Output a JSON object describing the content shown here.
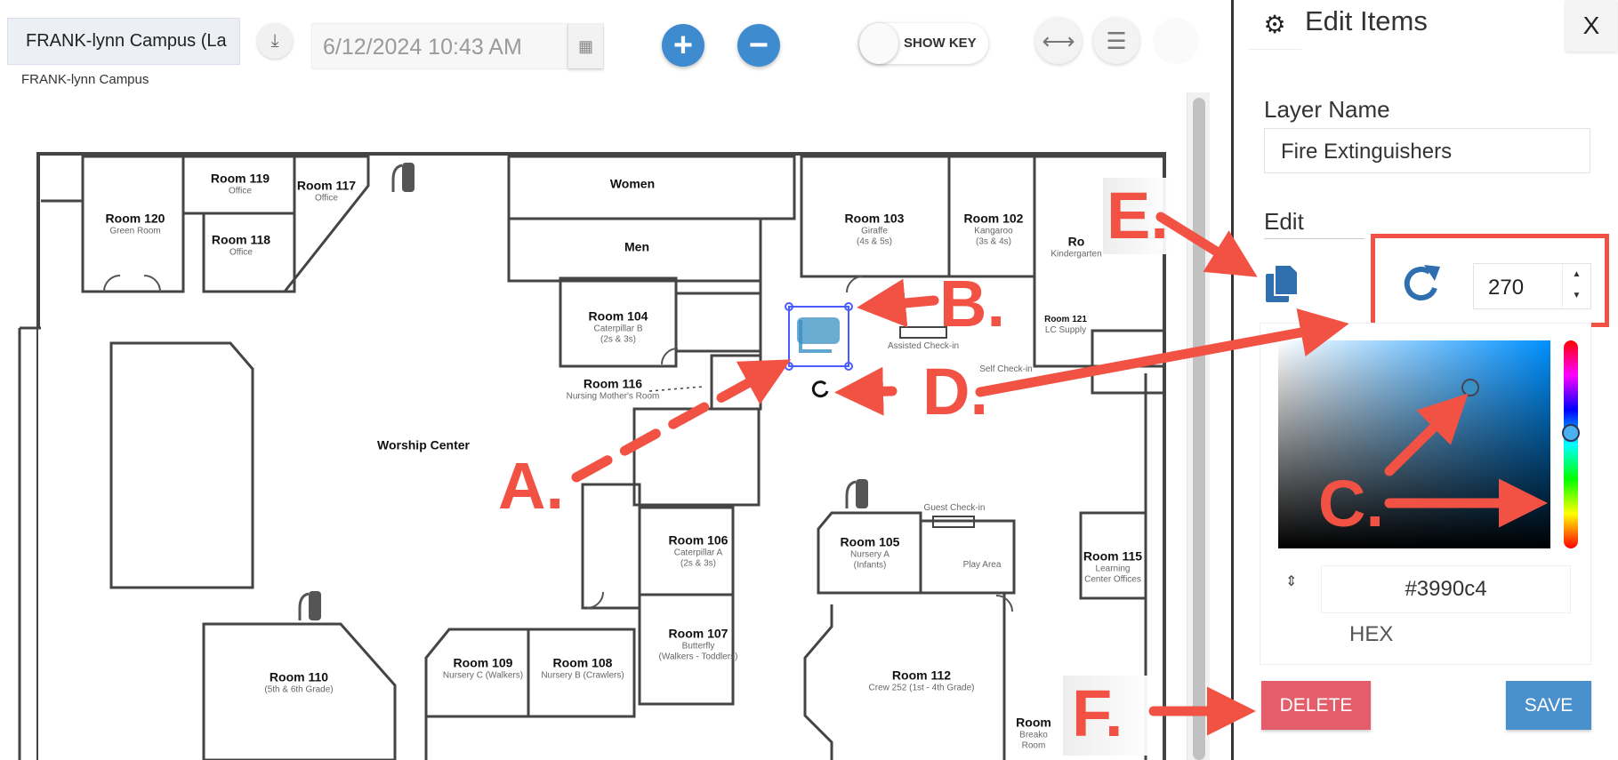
{
  "toolbar": {
    "campus_select": "FRANK-lynn Campus (La",
    "campus_subtitle": "FRANK-lynn Campus",
    "datetime": "6/12/2024 10:43 AM",
    "zoom_in": "+",
    "zoom_out": "−",
    "show_key_label": "SHOW KEY"
  },
  "floorplan": {
    "rooms": [
      {
        "name": "Room 119",
        "desc": "Office"
      },
      {
        "name": "Room 117",
        "desc": "Office"
      },
      {
        "name": "Room 120",
        "desc": "Green Room"
      },
      {
        "name": "Room 118",
        "desc": "Office"
      },
      {
        "name": "Women",
        "desc": ""
      },
      {
        "name": "Men",
        "desc": ""
      },
      {
        "name": "Room 103",
        "desc": "Giraffe",
        "desc2": "(4s & 5s)"
      },
      {
        "name": "Room 102",
        "desc": "Kangaroo",
        "desc2": "(3s & 4s)"
      },
      {
        "name": "Ro",
        "desc": "Kindergarten"
      },
      {
        "name": "Room 104",
        "desc": "Caterpillar B",
        "desc2": "(2s & 3s)"
      },
      {
        "name": "Room 121",
        "desc": "LC Supply"
      },
      {
        "name": "Room 116",
        "desc": "Nursing Mother's Room"
      },
      {
        "name": "Worship Center",
        "desc": ""
      },
      {
        "name": "Room 106",
        "desc": "Caterpillar A",
        "desc2": "(2s & 3s)"
      },
      {
        "name": "Room 105",
        "desc": "Nursery A",
        "desc2": "(Infants)"
      },
      {
        "name": "Room 115",
        "desc": "Learning",
        "desc2": "Center Offices"
      },
      {
        "name": "Room 107",
        "desc": "Butterfly",
        "desc2": "(Walkers - Toddlers)"
      },
      {
        "name": "Room 110",
        "desc": "(5th & 6th Grade)"
      },
      {
        "name": "Room 109",
        "desc": "Nursery C (Walkers)"
      },
      {
        "name": "Room 108",
        "desc": "Nursery B (Crawlers)"
      },
      {
        "name": "Room 112",
        "desc": "Crew 252 (1st - 4th Grade)"
      },
      {
        "name": "Room",
        "desc": "Breako",
        "desc2": "Room"
      }
    ],
    "labels": {
      "assisted_checkin": "Assisted Check-in",
      "self_checkin": "Self Check-in",
      "guest_checkin": "Guest Check-in",
      "play_area": "Play Area"
    }
  },
  "annotations": [
    "A.",
    "B.",
    "C.",
    "D.",
    "E.",
    "F."
  ],
  "panel": {
    "title": "Edit Items",
    "close_label": "X",
    "layer_name_label": "Layer Name",
    "layer_name_value": "Fire Extinguishers",
    "edit_label": "Edit",
    "rotation_value": "270",
    "hex_value": "#3990c4",
    "hex_label": "HEX",
    "delete_label": "DELETE",
    "save_label": "SAVE"
  },
  "colors": {
    "selected": "#3990c4",
    "accent": "#3f8bd0",
    "delete": "#e35d6a",
    "save": "#4a90cc",
    "annotation": "#f25244"
  }
}
